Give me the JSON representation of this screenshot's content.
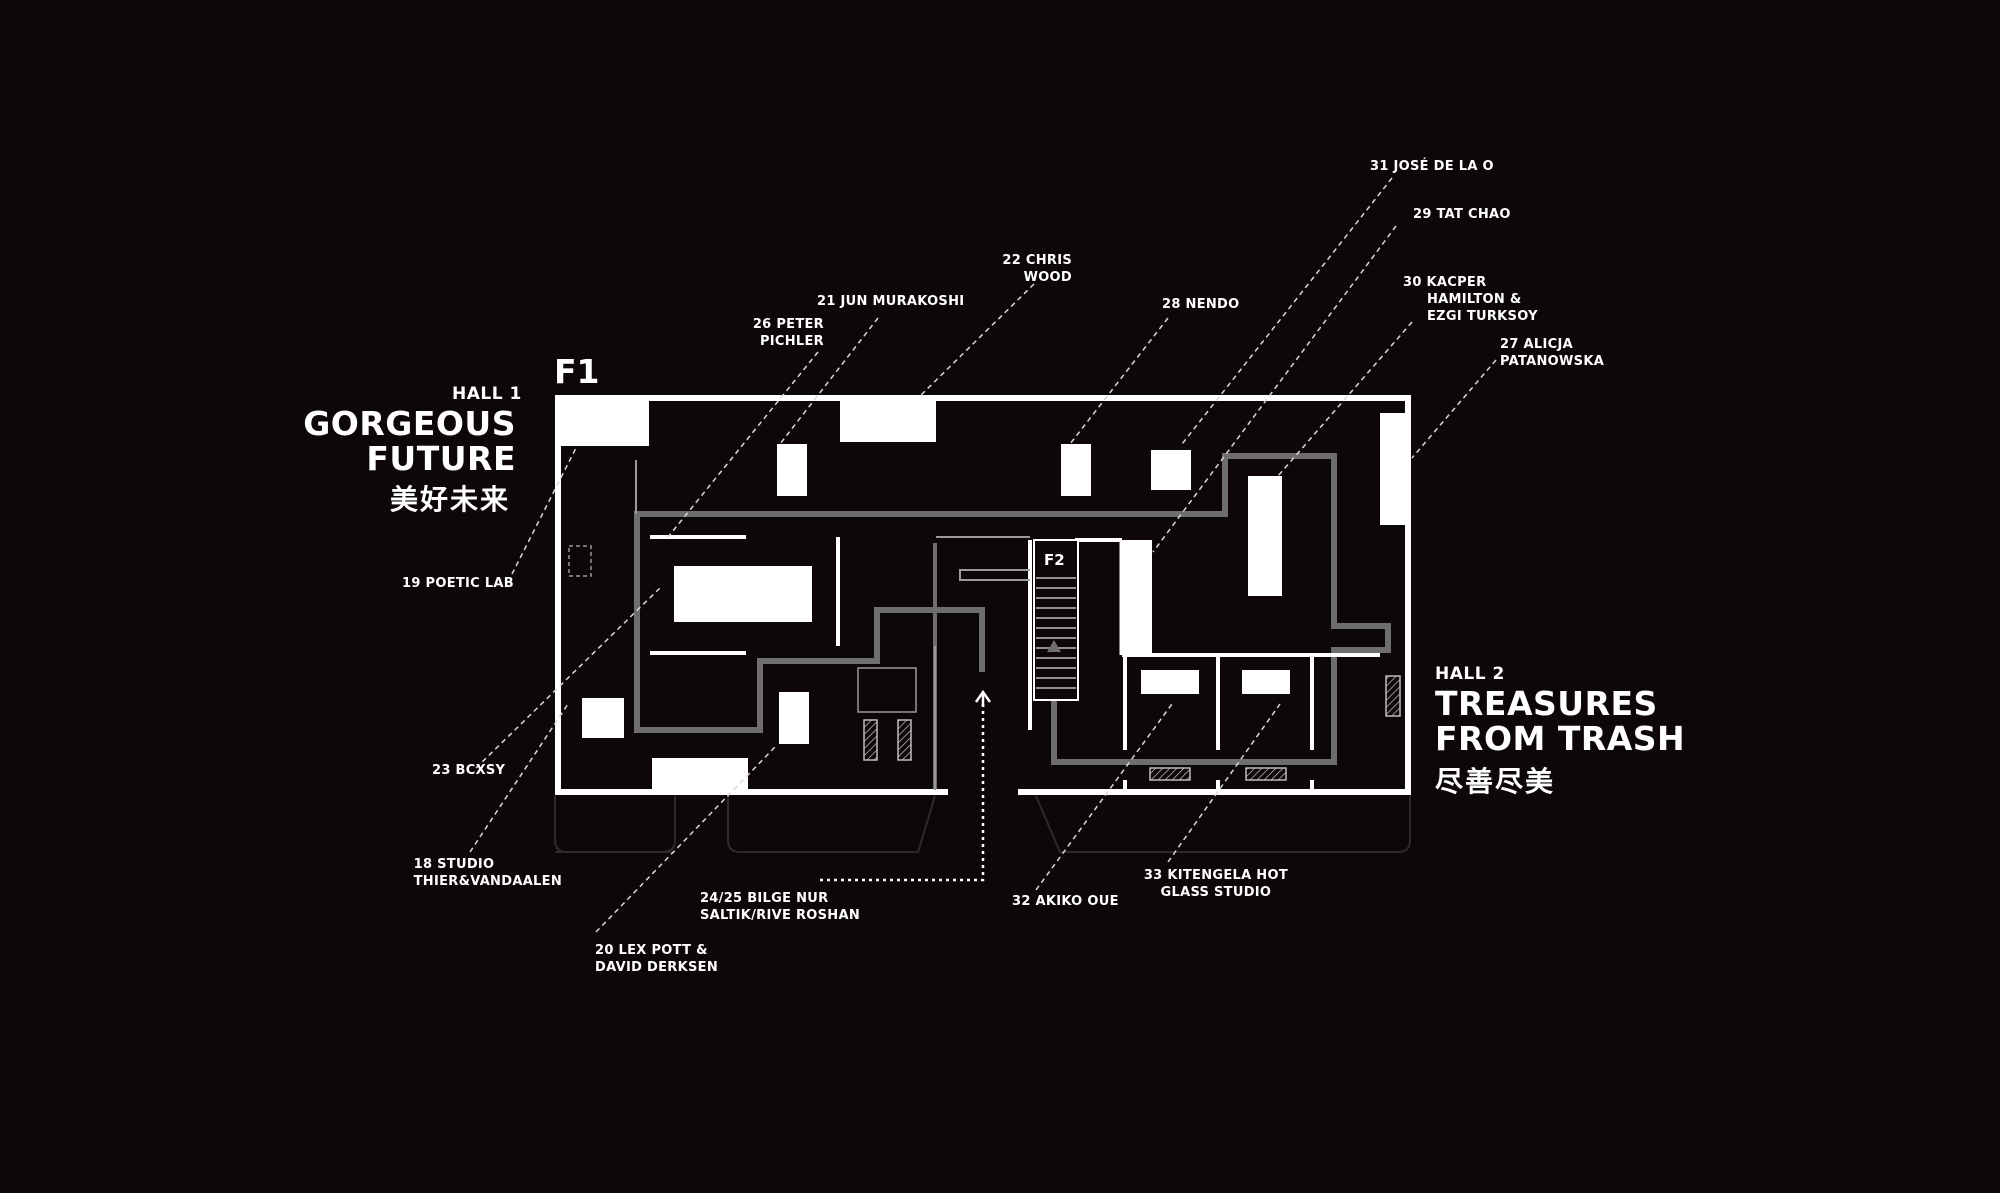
{
  "floor_label": "F1",
  "stair_label": "F2",
  "hall1": {
    "number": "HALL 1",
    "title_line1": "GORGEOUS",
    "title_line2": "FUTURE",
    "title_cn": "美好未来"
  },
  "hall2": {
    "number": "HALL 2",
    "title_line1": "TREASURES",
    "title_line2": "FROM TRASH",
    "title_cn": "尽善尽美"
  },
  "exhibitors": {
    "e31": {
      "line1": "31 JOSÉ DE LA O"
    },
    "e29": {
      "line1": "29 TAT CHAO"
    },
    "e22": {
      "line1": "22 CHRIS",
      "line2": "WOOD"
    },
    "e21": {
      "line1": "21 JUN MURAKOSHI"
    },
    "e26": {
      "line1": "26 PETER",
      "line2": "PICHLER"
    },
    "e28": {
      "line1": "28 NENDO"
    },
    "e30": {
      "line1": "30 KACPER",
      "line2": "HAMILTON &",
      "line3": "EZGI TURKSOY"
    },
    "e27": {
      "line1": "27 ALICJA",
      "line2": "PATANOWSKA"
    },
    "e19": {
      "line1": "19 POETIC LAB"
    },
    "e23": {
      "line1": "23 BCXSY"
    },
    "e18": {
      "line1": "18 STUDIO",
      "line2": "THIER&VANDAALEN"
    },
    "e2425": {
      "line1": "24/25 BILGE NUR",
      "line2": "SALTIK/RIVE ROSHAN"
    },
    "e20": {
      "line1": "20 LEX POTT &",
      "line2": "DAVID DERKSEN"
    },
    "e32": {
      "line1": "32 AKIKO OUE"
    },
    "e33": {
      "line1": "33 KITENGELA HOT",
      "line2": "GLASS STUDIO"
    }
  },
  "colors": {
    "background": "#0d0709",
    "walls": "#ffffff",
    "route": "#6e6e6e",
    "leader": "#d8d8d8"
  }
}
